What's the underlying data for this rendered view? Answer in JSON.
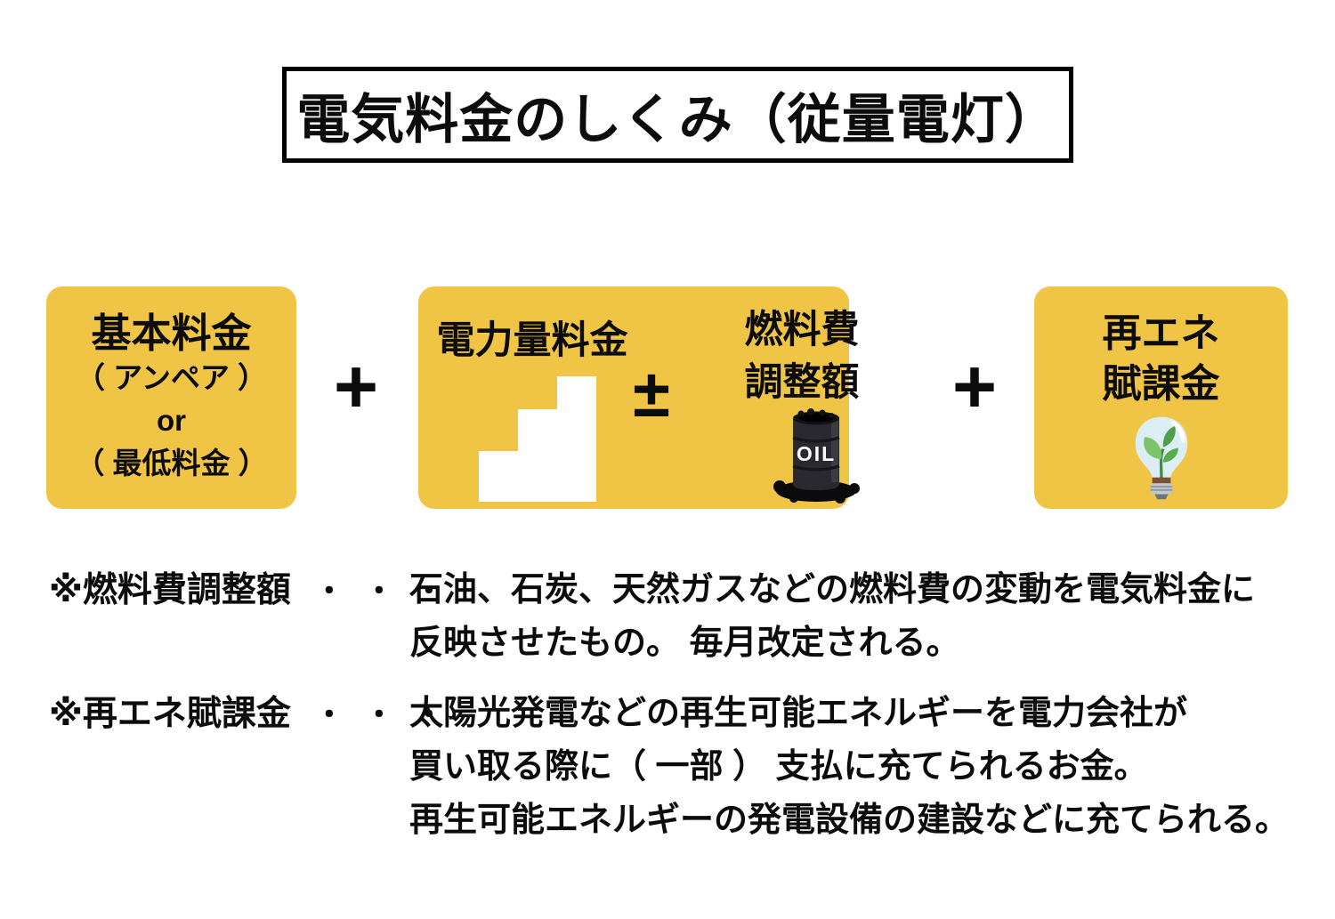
{
  "title": "電気料金のしくみ（従量電灯）",
  "formula": {
    "basic": {
      "title": "基本料金",
      "sub1": "（ アンペア ）",
      "sub2": "or",
      "sub3": "（ 最低料金 ）"
    },
    "plus1": "+",
    "energy": {
      "label": "電力量料金"
    },
    "plus_minus": "±",
    "fuel": {
      "line1": "燃料費",
      "line2": "調整額",
      "oil_label": "OIL"
    },
    "plus2": "+",
    "renewable": {
      "line1": "再エネ",
      "line2": "賦課金"
    }
  },
  "notes": [
    {
      "label": "※燃料費調整額",
      "dots": "・・・",
      "lines": [
        "石油、石炭、天然ガスなどの燃料費の変動を電気料金に",
        "反映させたもの。 毎月改定される。"
      ]
    },
    {
      "label": "※再エネ賦課金",
      "dots": "・・・",
      "lines": [
        "太陽光発電などの再生可能エネルギーを電力会社が",
        "買い取る際に（ 一部 ） 支払に充てられるお金。",
        "再生可能エネルギーの発電設備の建設などに充てられる。"
      ]
    }
  ],
  "icons": {
    "stairs": "stairs-icon",
    "oil_barrel": "oil-barrel-icon",
    "eco_bulb": "eco-bulb-icon"
  },
  "colors": {
    "box_yellow": "#F0C545",
    "text_black": "#0c0c0c",
    "stair_white": "#ffffff",
    "barrel_dark": "#2a2930",
    "bulb_glass": "#dcedf4",
    "leaf_green": "#5aab4d"
  }
}
